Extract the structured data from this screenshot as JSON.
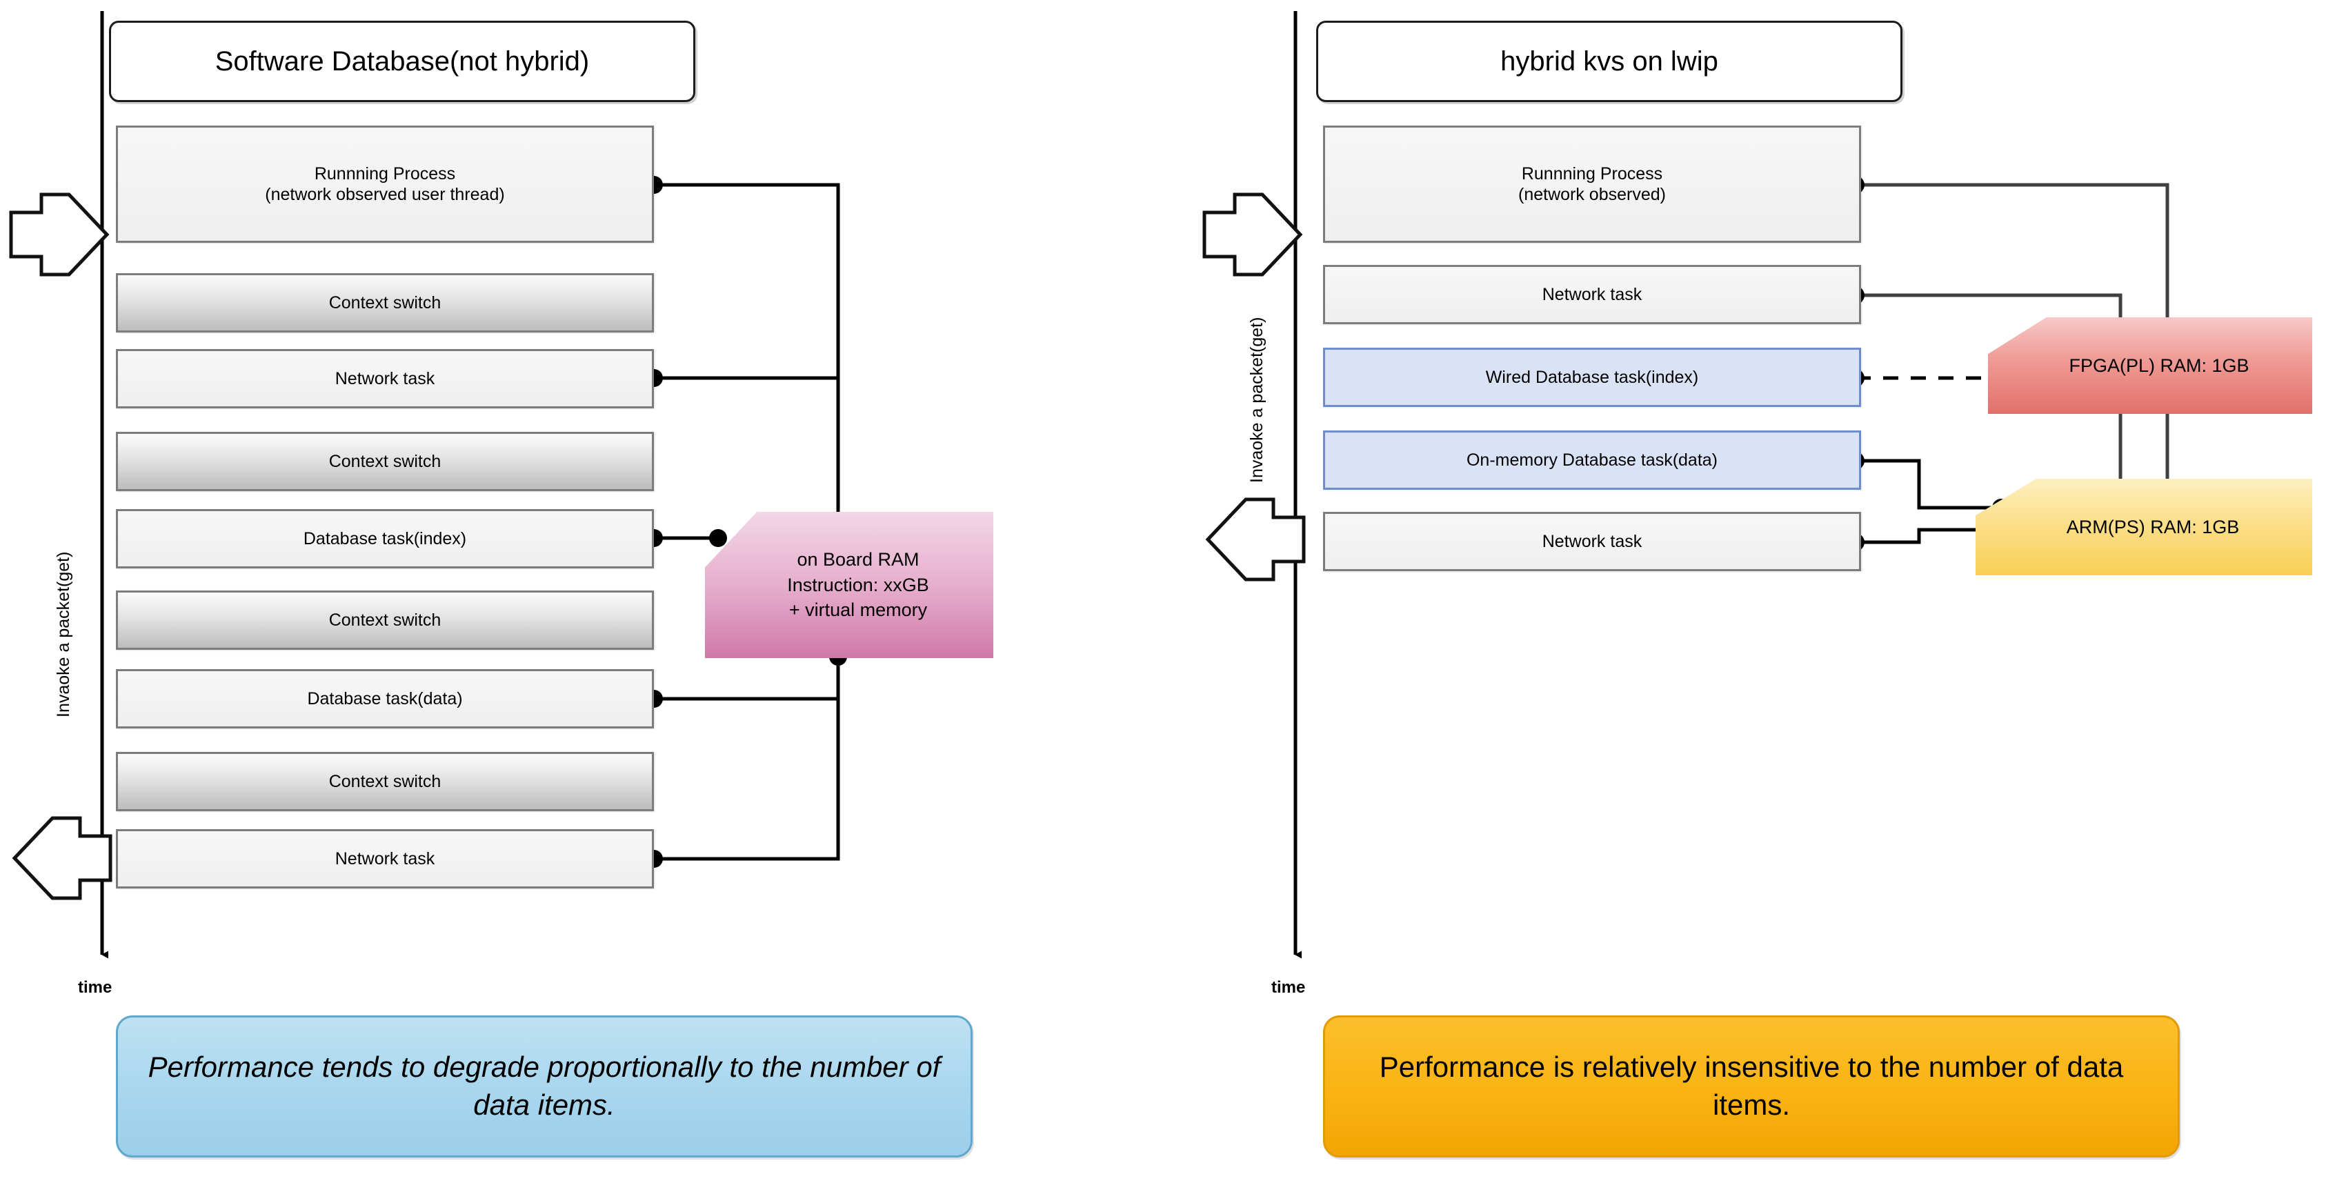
{
  "panels": [
    {
      "id": "left",
      "title": "Software Database(not hybrid)",
      "axis_label": "Invaoke a packet(get)",
      "time_label": "time",
      "rows": [
        {
          "label": "Runnning Process\n(network observed user thread)",
          "kind": "task"
        },
        {
          "label": "Context switch",
          "kind": "context"
        },
        {
          "label": "Network task",
          "kind": "task"
        },
        {
          "label": "Context switch",
          "kind": "context"
        },
        {
          "label": "Database task(index)",
          "kind": "task"
        },
        {
          "label": "Context switch",
          "kind": "context"
        },
        {
          "label": "Database task(data)",
          "kind": "task"
        },
        {
          "label": "Context switch",
          "kind": "context"
        },
        {
          "label": "Network task",
          "kind": "task"
        }
      ],
      "memories": [
        {
          "id": "on-board-ram",
          "label": "on Board RAM\nInstruction: xxGB\n+ virtual memory",
          "color": "#cf79a8"
        }
      ],
      "callout": "Performance tends to degrade proportionally to the number of data items.",
      "callout_color": "#a9d7ee"
    },
    {
      "id": "right",
      "title": "hybrid kvs on lwip",
      "axis_label": "Invaoke a packet(get)",
      "time_label": "time",
      "rows": [
        {
          "label": "Runnning Process\n(network observed)",
          "kind": "task"
        },
        {
          "label": "Network task",
          "kind": "task"
        },
        {
          "label": "Wired Database task(index)",
          "kind": "blue"
        },
        {
          "label": "On-memory Database task(data)",
          "kind": "blue"
        },
        {
          "label": "Network task",
          "kind": "task"
        }
      ],
      "memories": [
        {
          "id": "fpga-pl-ram",
          "label": "FPGA(PL) RAM: 1GB",
          "color": "#e2706b"
        },
        {
          "id": "arm-ps-ram",
          "label": "ARM(PS) RAM: 1GB",
          "color": "#f8cf55"
        }
      ],
      "callout": "Performance is relatively insensitive to the number of data items.",
      "callout_color": "#f9b313"
    }
  ],
  "icons": {
    "inbound_arrow": "block-arrow-right-icon",
    "outbound_arrow": "block-arrow-left-icon",
    "time_arrow": "arrow-down-icon"
  }
}
